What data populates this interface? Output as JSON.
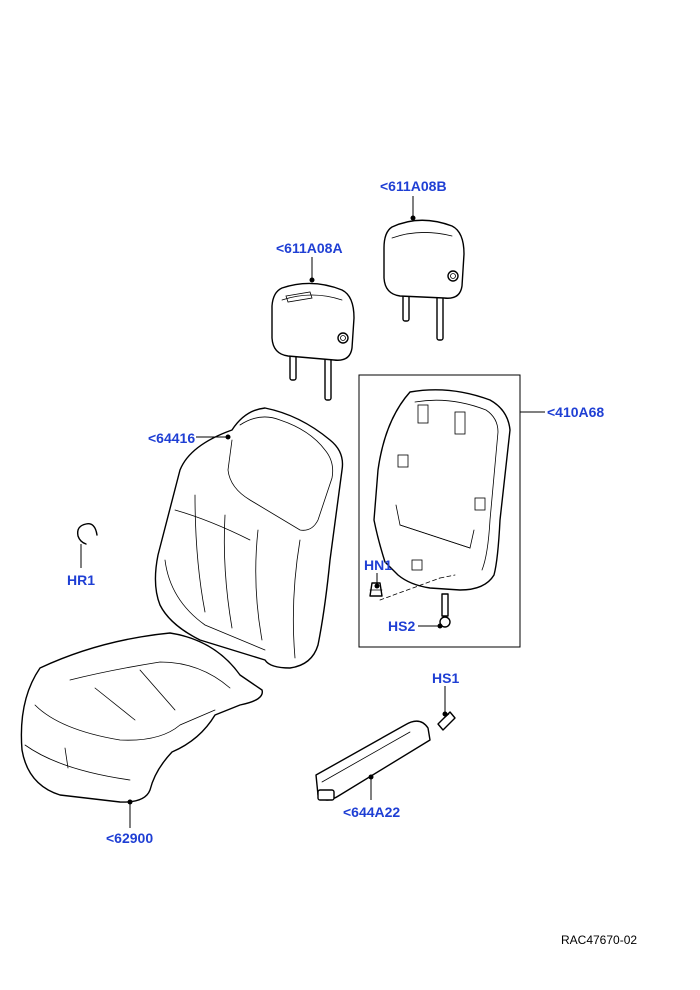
{
  "colors": {
    "callout": "#1f3fd4",
    "line": "#000000",
    "background": "#ffffff"
  },
  "callouts": {
    "headrest_rear": "<611A08B",
    "headrest_front": "<611A08A",
    "back_panel": "<410A68",
    "backrest_cover": "<64416",
    "clip": "HR1",
    "hn1": "HN1",
    "hs2": "HS2",
    "hs1": "HS1",
    "cushion_cover": "<62900",
    "side_trim": "<644A22"
  },
  "reference": "RAC47670-02"
}
